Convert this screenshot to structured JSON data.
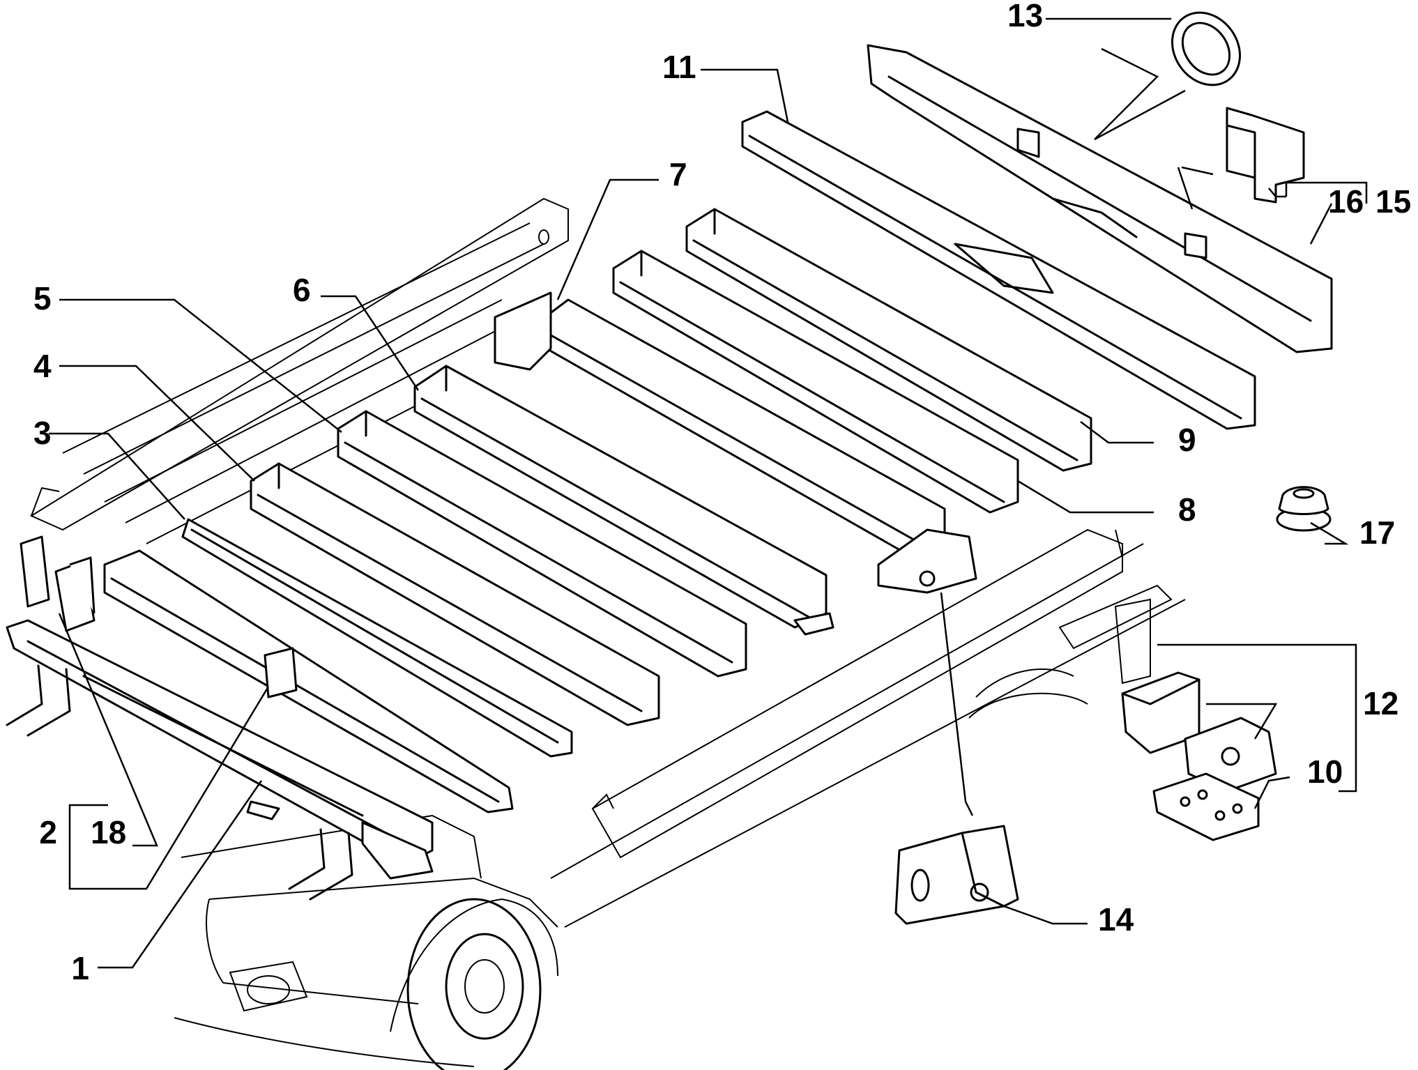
{
  "callouts": {
    "n1": "1",
    "n2": "2",
    "n3": "3",
    "n4": "4",
    "n5": "5",
    "n6": "6",
    "n7": "7",
    "n8": "8",
    "n9": "9",
    "n10": "10",
    "n11": "11",
    "n12": "12",
    "n13": "13",
    "n14": "14",
    "n15": "15",
    "n16": "16",
    "n17": "17",
    "n18": "18"
  }
}
